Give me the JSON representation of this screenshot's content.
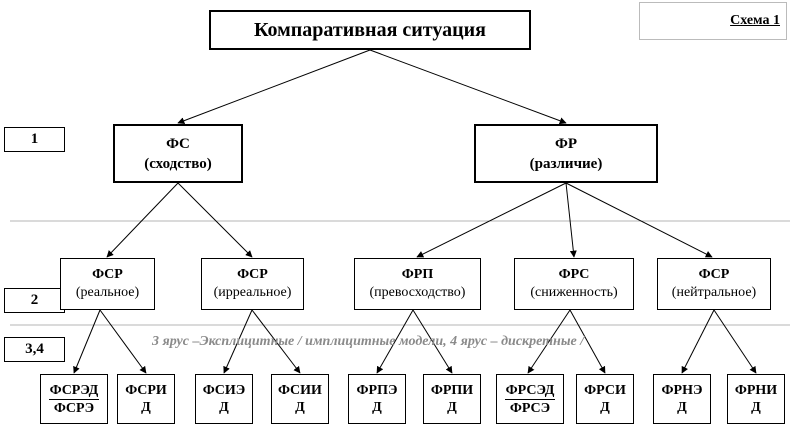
{
  "scheme_label": "Схема 1",
  "root": {
    "label": "Компаративная ситуация"
  },
  "tiers": [
    "1",
    "2",
    "3,4"
  ],
  "level1": [
    {
      "abbr": "ФС",
      "desc": "(сходство)"
    },
    {
      "abbr": "ФР",
      "desc": "(различие)"
    }
  ],
  "level2": [
    {
      "abbr": "ФСР",
      "desc": "(реальное)"
    },
    {
      "abbr": "ФСР",
      "desc": "(ирреальное)"
    },
    {
      "abbr": "ФРП",
      "desc": "(превосходство)"
    },
    {
      "abbr": "ФРС",
      "desc": "(сниженность)"
    },
    {
      "abbr": "ФСР",
      "desc": "(нейтральное)"
    }
  ],
  "level3": [
    {
      "top": "ФСРЭД",
      "bottom": "ФСРЭ"
    },
    {
      "line1": "ФСРИ",
      "line2": "Д"
    },
    {
      "line1": "ФСИЭ",
      "line2": "Д"
    },
    {
      "line1": "ФСИИ",
      "line2": "Д"
    },
    {
      "line1": "ФРПЭ",
      "line2": "Д"
    },
    {
      "line1": "ФРПИ",
      "line2": "Д"
    },
    {
      "top": "ФРСЭД",
      "bottom": "ФРСЭ"
    },
    {
      "line1": "ФРСИ",
      "line2": "Д"
    },
    {
      "line1": "ФРНЭ",
      "line2": "Д"
    },
    {
      "line1": "ФРНИ",
      "line2": "Д"
    }
  ],
  "tier_note": "3 ярус –Эксплицитные / имплицитные модели, 4 ярус – дискретные /"
}
